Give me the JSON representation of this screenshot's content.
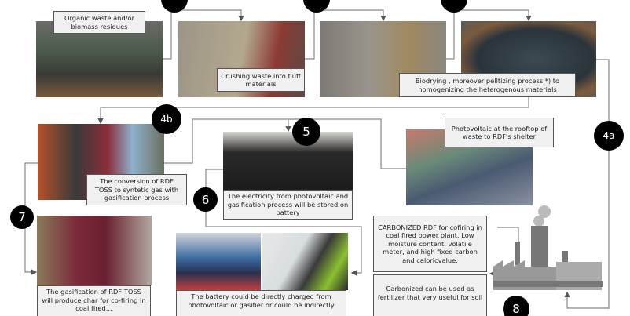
{
  "steps": {
    "s4a": "4a",
    "s4b": "4b",
    "s5": "5",
    "s6": "6",
    "s7": "7",
    "s8": "8"
  },
  "labels": {
    "organic": "Organic waste and/or biomass residues",
    "crushing": "Crushing waste into fluff materials",
    "biodrying": "Biodrying , moreover pelltizing process *) to homogenizing the heterogenous materials",
    "photovoltaic": "Photovoltaic at the rooftop of waste to RDF's shelter",
    "conversion": "The conversion of RDF TOSS to syntetic gas with gasification process",
    "electricity": "The electricity from photovoltaic and gasification process will be stored on battery",
    "char": "The gasification of RDF TOSS will produce char for co-firing in coal fired...",
    "battery": "The battery could be directly charged from photovoltaic or gasifier or could be indirectly",
    "carbonized": "CARBONIZED RDF for cofiring in coal fired power plant. Low moisture content, volatile meter, and high fixed carbon and caloricvalue.",
    "fertilizer": "Carbonized can be used as fertilizer that very useful for soil"
  },
  "colors": {
    "line": "#7a7a7a",
    "circle": "#000000",
    "label_bg": "#f0f0f0"
  }
}
